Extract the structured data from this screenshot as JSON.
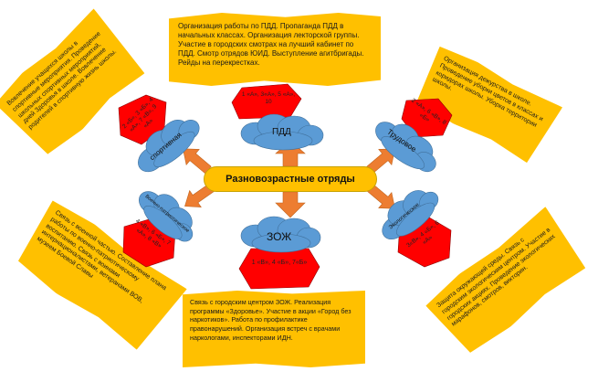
{
  "center": {
    "title": "Разновозрастные отряды"
  },
  "notes": {
    "top": "Организация работы по ПДД. Пропаганда ПДД в начальных классах. Организация лекторской группы. Участие в городских смотрах на лучший кабинет по ПДД. Смотр отрядов ЮИД. Выступление агитбригады. Рейды на перекрестках.",
    "bottom": "Связь с городским центром ЗОЖ. Реализация программы «Здоровье». Участие в акции «Город без наркотиков». Работа по профилактике правонарушений. Организация встреч с врачами наркологами, инспекторами ИДН.",
    "top_left": "Вовлечение учащихся школы в спортивные мероприятия. Проведение школьных спортивных мероприятий, дней Здоровья в школе. Вовлечение родителей в спортивную жизнь школы.",
    "top_right": "Организация дежурства в школе. Проведение уборки цветов в классах и коридорах школы. Уборка территории школы.",
    "bottom_left": "Связь с военной частью. Составление плана работы по военно-патриотическому воспитанию. Связь с воинами интернационалистами, ветеранами ВОВ, музеем Боевой Славы",
    "bottom_right": "Защита окружающей среды. Связь с городским экологическим центром. Участие в городских акциях. Проведение экологических марафонов, смотров, викторин."
  },
  "branches": {
    "pdd": {
      "label": "ПДД",
      "classes": "1 «А», 3«А», 5 «А», 10"
    },
    "sport": {
      "label": "спортивная",
      "classes": "2 «Б», 3 «Б», 4 «А», 7 «В», 9 «А»"
    },
    "labor": {
      "label": "Трудовое",
      "classes": "2 «А», 6 «В», 8 «Б»"
    },
    "patriotic": {
      "label": "Военно-патриотическое",
      "classes": "4 «В», 6 «Б», 7 «А», 8 «В»"
    },
    "zozh": {
      "label": "ЗОЖ",
      "classes": "1 «В», 4 «Б», 7«Б»"
    },
    "eco": {
      "label": "Экологическое",
      "classes": "3«В», 4 «Б», 6 «А»"
    }
  },
  "colors": {
    "banner": "#ffc000",
    "cloud": "#5b9bd5",
    "hexagon": "#ff0000",
    "arrow": "#ed7d31"
  }
}
